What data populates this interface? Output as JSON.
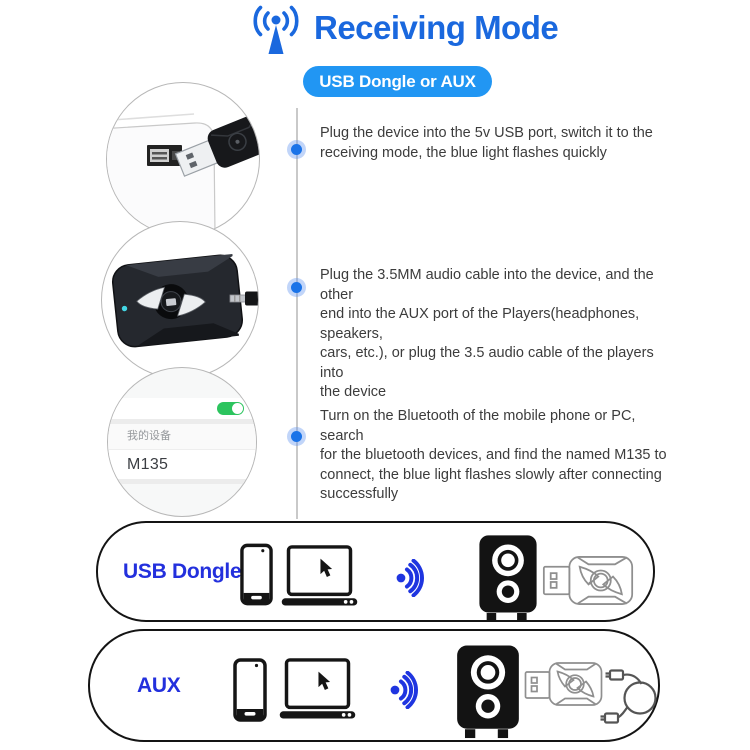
{
  "header": {
    "title": "Receiving Mode",
    "icon": "broadcast-antenna-icon",
    "title_color": "#1a68de"
  },
  "subtitle_pill": {
    "label": "USB Dongle or AUX",
    "background": "#2196f3",
    "text_color": "#ffffff"
  },
  "steps": [
    {
      "illustration": "usb-dongle-plugging-into-usb-port",
      "lines": [
        "Plug the device into the 5v USB port, switch it to the",
        "receiving mode, the blue light flashes quickly"
      ]
    },
    {
      "illustration": "receiver-with-3.5mm-audio-plug",
      "lines": [
        "Plug the 3.5MM audio cable into the device, and the other",
        "end into the AUX port of the Players(headphones, speakers,",
        "cars, etc.), or plug the 3.5 audio cable of the players into",
        "the device"
      ]
    },
    {
      "illustration": "phone-bluetooth-settings-screen",
      "lines": [
        "Turn on the Bluetooth of the mobile phone or PC, search",
        "for the bluetooth devices, and find the named M135 to",
        "connect, the blue light flashes slowly after connecting",
        "successfully"
      ]
    }
  ],
  "bluetooth_screen": {
    "section_label": "我的设备",
    "device_name": "M135",
    "toggle_on": true,
    "toggle_color": "#2cc45e"
  },
  "modes": [
    {
      "label": "USB Dongle",
      "icons": [
        "smartphone-icon",
        "laptop-cursor-icon",
        "wireless-signal-icon",
        "speaker-icon",
        "usb-dongle-icon"
      ]
    },
    {
      "label": "AUX",
      "icons": [
        "smartphone-icon",
        "laptop-cursor-icon",
        "wireless-signal-icon",
        "speaker-icon",
        "usb-dongle-with-aux-cable-icon"
      ]
    }
  ],
  "colors": {
    "title_blue": "#1a68de",
    "pill_blue": "#2196f3",
    "mode_label_blue": "#2330dd",
    "signal_blue": "#1f35e0",
    "timeline_dot_blue": "#1a73e8",
    "toggle_green": "#2cc45e",
    "step_text": "#3c3c3c"
  }
}
